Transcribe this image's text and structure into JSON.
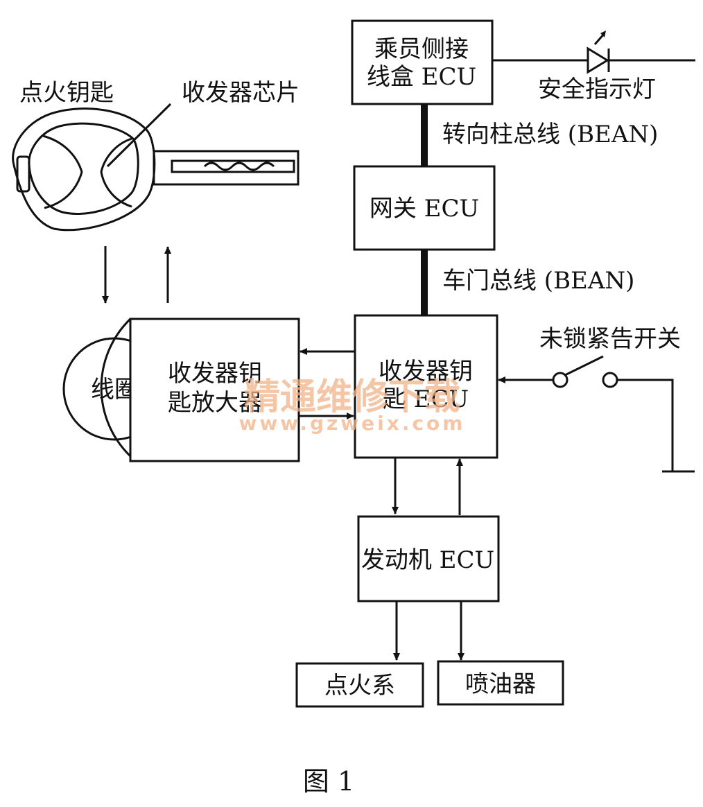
{
  "ignition_key": {
    "label": "点火钥匙",
    "chip_label": "收发器芯片"
  },
  "coil": {
    "label": "线圈"
  },
  "amplifier": {
    "line1": "收发器钥",
    "line2": "匙放大器"
  },
  "passenger_junction_ecu": {
    "line1": "乘员侧接",
    "line2": "线盒 ECU"
  },
  "security_indicator": {
    "label": "安全指示灯"
  },
  "steering_column_bus": {
    "label": "转向柱总线 (BEAN)"
  },
  "gateway_ecu": {
    "label": "网关 ECU"
  },
  "door_bus": {
    "label": "车门总线 (BEAN)"
  },
  "transponder_key_ecu": {
    "line1": "收发器钥",
    "line2": "匙 ECU"
  },
  "unlock_warning_switch": {
    "label": "未锁紧告开关"
  },
  "engine_ecu": {
    "label": "发动机 ECU"
  },
  "ignition_system": {
    "label": "点火系"
  },
  "injector": {
    "label": "喷油器"
  },
  "watermark": {
    "line1": "精通维修下载",
    "line2": "www.gzweix.com"
  },
  "figure_caption": "图 1"
}
